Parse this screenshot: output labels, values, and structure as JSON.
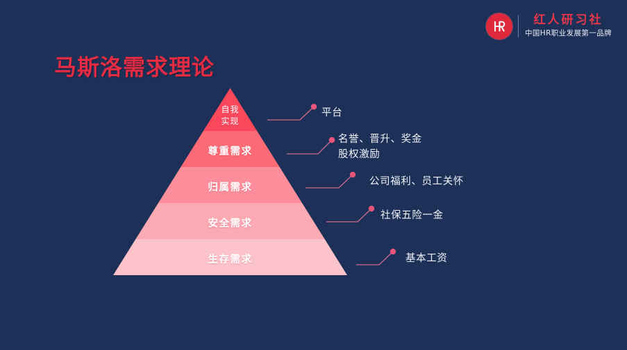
{
  "slide": {
    "background_color": "#1d3158",
    "title": "马斯洛需求理论",
    "title_color": "#e32b44"
  },
  "brand": {
    "mark_glyph": "Ⓡ",
    "mark_icon_name": "hr-circle-logo-icon",
    "mark_color": "#e0283c",
    "name": "红人研习社",
    "name_color": "#e5374b",
    "tagline": "中国HR职业发展第一品牌",
    "tagline_color": "#e9edf6"
  },
  "pyramid": {
    "accent_color": "#e8547a",
    "tiers": [
      {
        "label": "自我\n实现",
        "label_line1": "自我",
        "label_line2": "实现",
        "color": "#f9485c",
        "level": 5
      },
      {
        "label": "尊重需求",
        "color": "#fb6b76",
        "level": 4
      },
      {
        "label": "归属需求",
        "color": "#fc8e9b",
        "level": 3
      },
      {
        "label": "安全需求",
        "color": "#fbaab4",
        "level": 2
      },
      {
        "label": "生存需求",
        "color": "#fcc3cb",
        "level": 1
      }
    ]
  },
  "annotations": [
    {
      "id": "anno-1",
      "lines": [
        "平台"
      ],
      "tier": "自我实现"
    },
    {
      "id": "anno-2",
      "lines": [
        "名誉、晋升、奖金",
        "股权激励"
      ],
      "tier": "尊重需求"
    },
    {
      "id": "anno-3",
      "lines": [
        "公司福利、员工关怀"
      ],
      "tier": "归属需求"
    },
    {
      "id": "anno-4",
      "lines": [
        "社保五险一金"
      ],
      "tier": "安全需求"
    },
    {
      "id": "anno-5",
      "lines": [
        "基本工资"
      ],
      "tier": "生存需求"
    }
  ]
}
